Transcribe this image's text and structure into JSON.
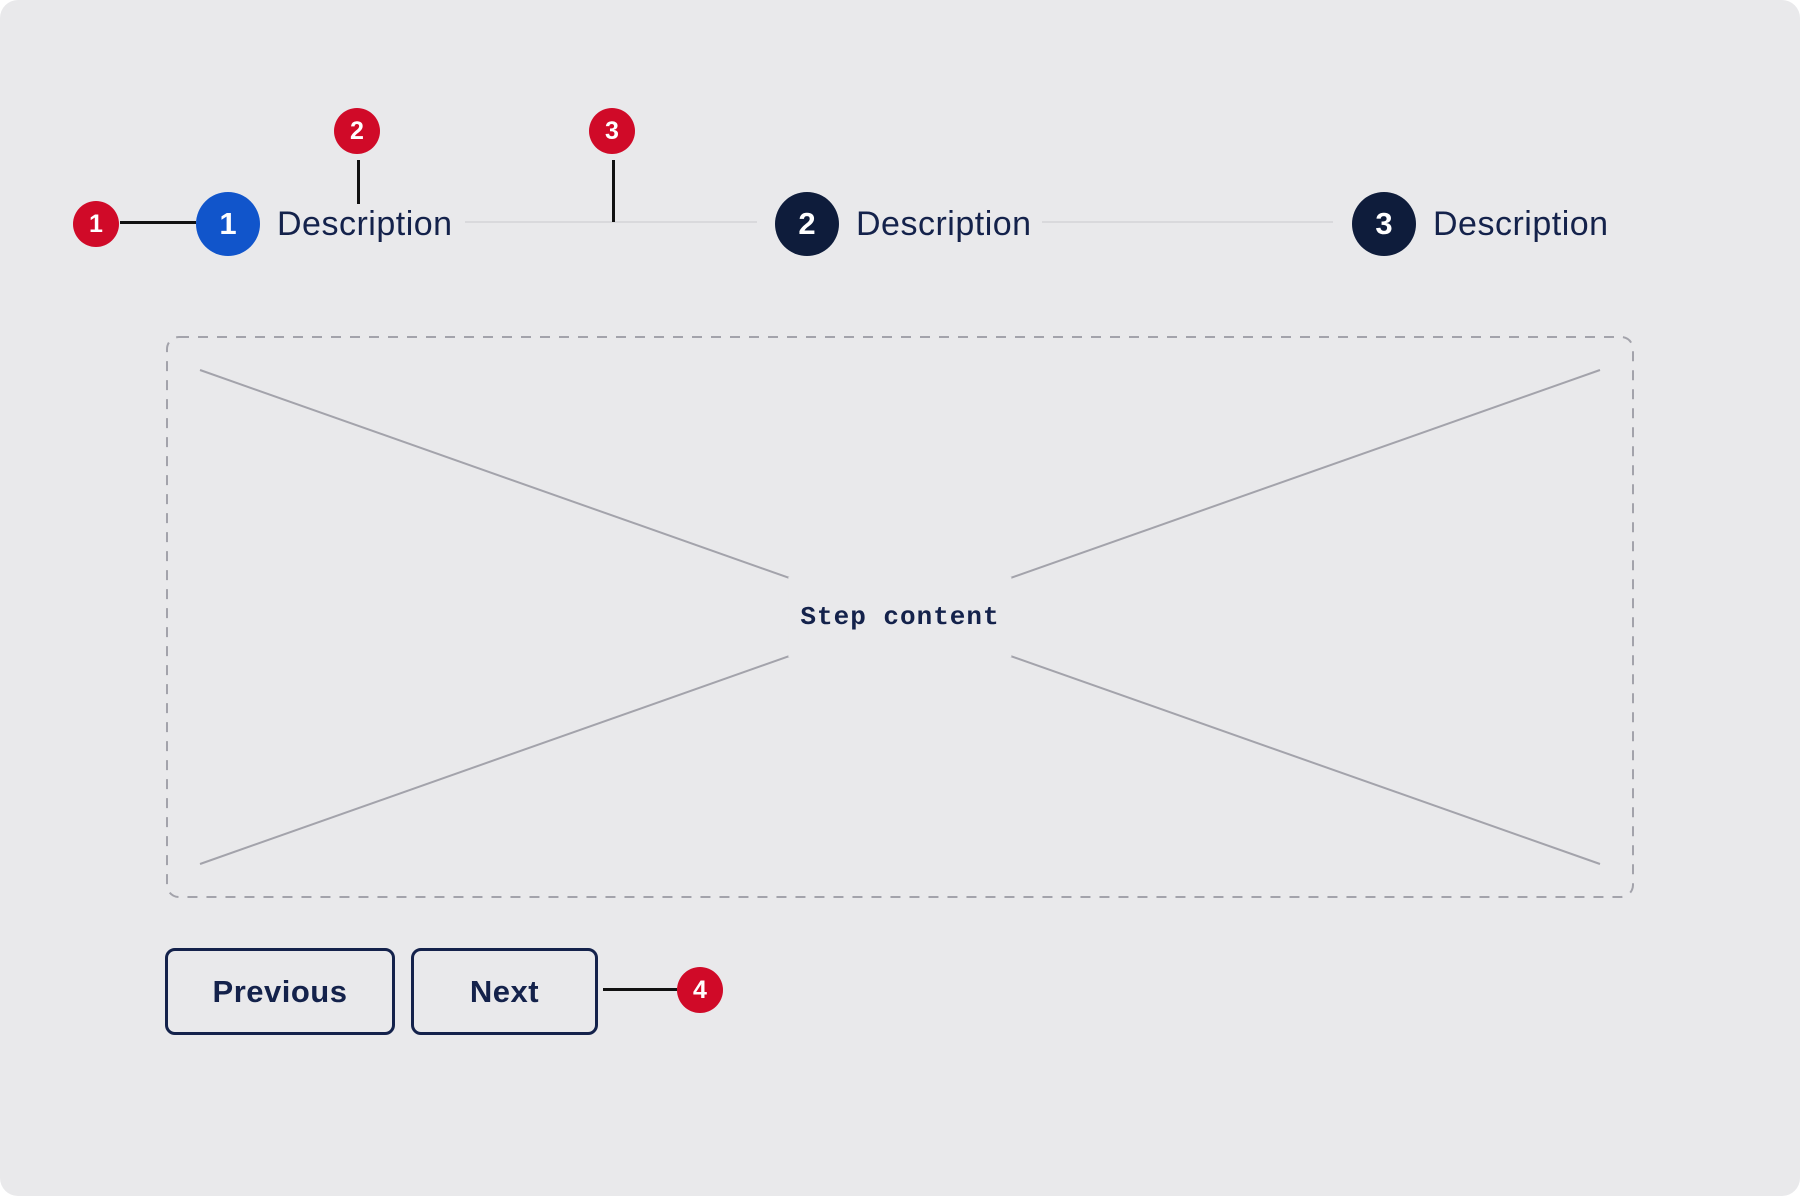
{
  "colors": {
    "background": "#E9E9EB",
    "accent_blue": "#1155CB",
    "navy_dark": "#0E1C3B",
    "text_navy": "#14224B",
    "annotation_red": "#D00A28",
    "connector_gray": "#D9D9DC",
    "placeholder_gray": "#A3A3AB",
    "annotation_line": "#111111"
  },
  "annotations": {
    "markers": [
      {
        "label": "1"
      },
      {
        "label": "2"
      },
      {
        "label": "3"
      },
      {
        "label": "4"
      }
    ]
  },
  "stepper": {
    "steps": [
      {
        "number": "1",
        "label": "Description",
        "active": true
      },
      {
        "number": "2",
        "label": "Description",
        "active": false
      },
      {
        "number": "3",
        "label": "Description",
        "active": false
      }
    ]
  },
  "content": {
    "placeholder_label": "Step content"
  },
  "actions": {
    "previous_label": "Previous",
    "next_label": "Next"
  }
}
